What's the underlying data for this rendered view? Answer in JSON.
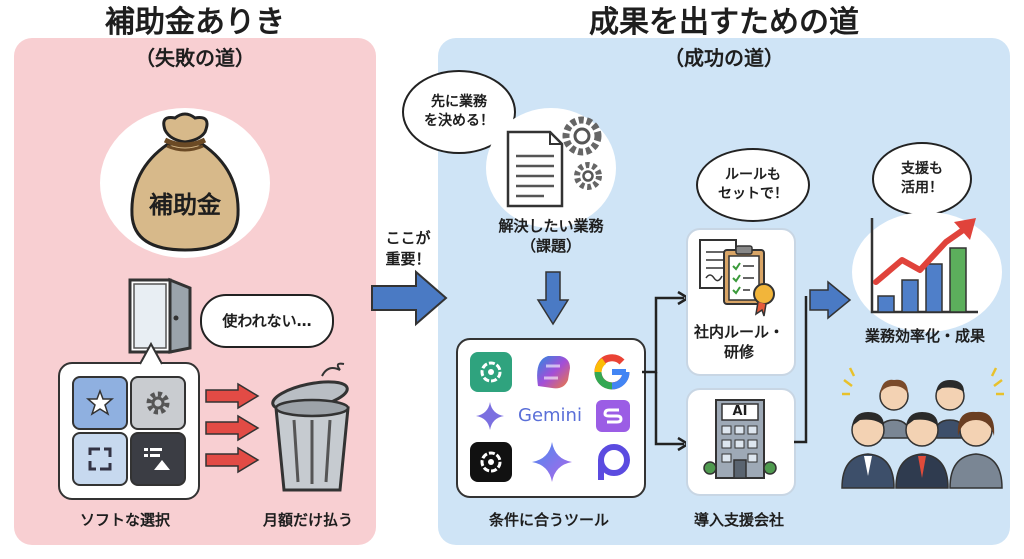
{
  "left": {
    "title": "補助金ありき",
    "subtitle": "（失敗の道）",
    "bag_label": "補助金",
    "bubble_unused": "使われない…",
    "label_software": "ソフトな選択",
    "label_monthly": "月額だけ払う"
  },
  "right": {
    "title": "成果を出すための道",
    "subtitle": "（成功の道）",
    "bubble_business_first": [
      "先に業務",
      "を決める！"
    ],
    "task_label": [
      "解決したい業務",
      "（課題）"
    ],
    "tools_label": "条件に合うツール",
    "gemini_text": "Gemini",
    "bubble_rules": [
      "ルールも",
      "セットで！"
    ],
    "rules_label": [
      "社内ルール・",
      "研修"
    ],
    "support_label": "導入支援会社",
    "building_sign": "AI",
    "bubble_support": [
      "支援も",
      "活用！"
    ],
    "result_label": "業務効率化・成果"
  },
  "middle": {
    "important": [
      "ここが",
      "重要！"
    ]
  },
  "colors": {
    "left_panel": "#f8cfd2",
    "right_panel": "#cfe4f6",
    "arrow_blue": "#4a7ac4",
    "arrow_red": "#e24b45",
    "bag": "#d7b98a",
    "chart_red": "#e0433b",
    "bar_blue": "#4f7fc9",
    "bar_green": "#5caf5c"
  },
  "result_chart": {
    "bars": [
      1,
      2,
      3,
      4
    ],
    "trend": "rising"
  }
}
